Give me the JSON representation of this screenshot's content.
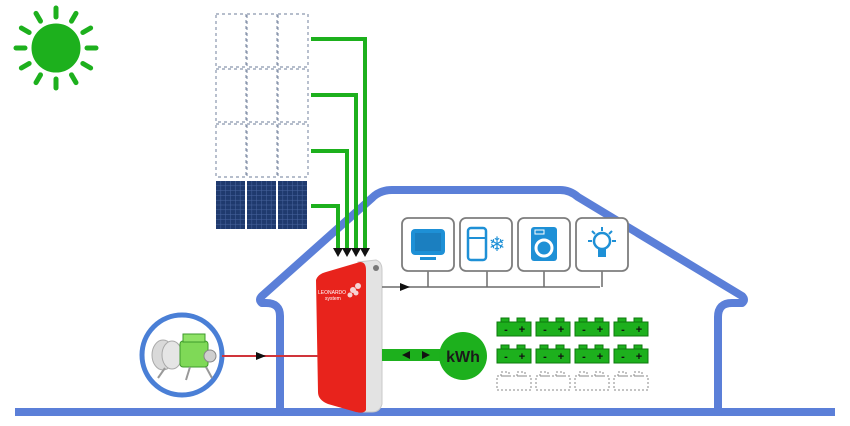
{
  "diagram": {
    "title": "Hybrid solar home energy system",
    "colors": {
      "green": "#1db01d",
      "house_outline": "#5b7fd8",
      "inverter_red": "#e8231c",
      "appliance_blue": "#1e90d6",
      "panel_navy": "#1f3a6e",
      "line_gray": "#6b6b6b",
      "generator_line": "#d0343a"
    },
    "sun": {
      "icon": "sun-icon"
    },
    "solar_array": {
      "installed_panels": 3,
      "planned_rows": 3,
      "planned_panels_per_row": 3
    },
    "inverter": {
      "brand_label": "LEONARDO",
      "brand_sub": "system"
    },
    "generator": {
      "icon": "generator-icon"
    },
    "meter": {
      "label": "kWh"
    },
    "appliances": [
      {
        "name": "tv",
        "icon": "tv-icon"
      },
      {
        "name": "fridge-freezer",
        "icon": "fridge-icon"
      },
      {
        "name": "washing-machine",
        "icon": "washing-machine-icon"
      },
      {
        "name": "light-bulb",
        "icon": "light-bulb-icon"
      }
    ],
    "batteries": {
      "installed_rows": 2,
      "per_row": 4,
      "planned_rows": 1,
      "minus_label": "-",
      "plus_label": "+"
    }
  }
}
